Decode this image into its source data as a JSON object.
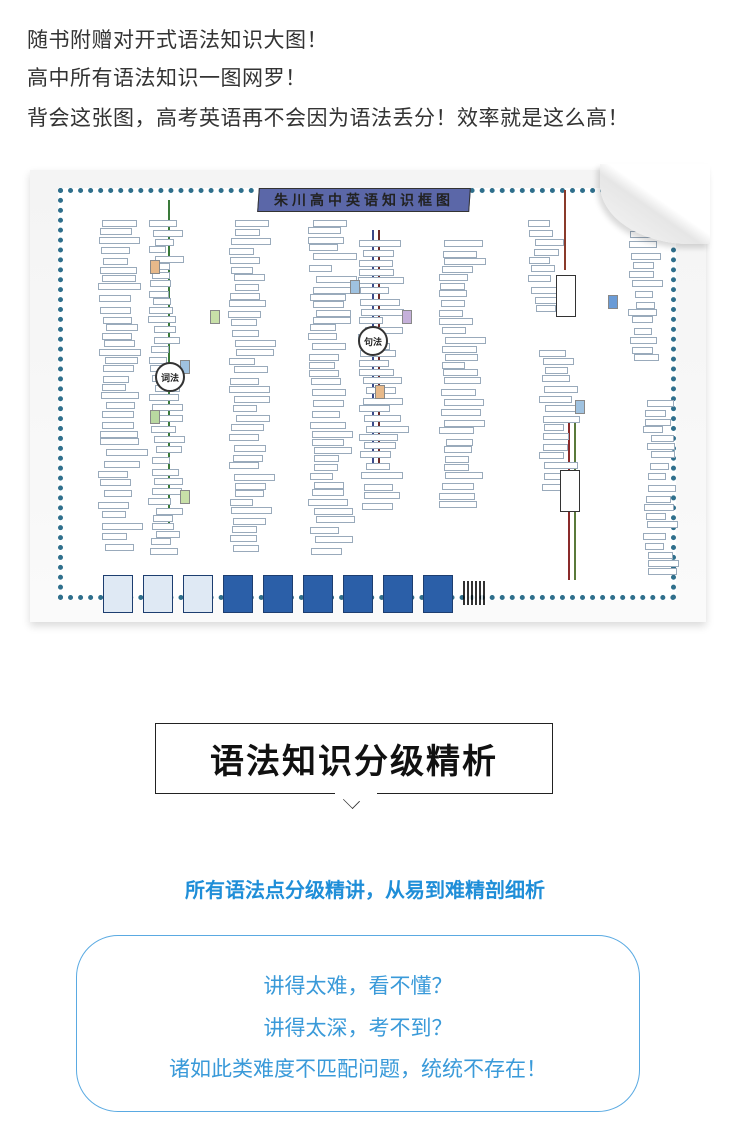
{
  "intro": {
    "lines": [
      "随书附赠对开式语法知识大图！",
      "高中所有语法知识一图网罗！",
      "背会这张图，高考英语再不会因为语法丢分！效率就是这么高！"
    ]
  },
  "poster": {
    "title": "朱川高中英语知识框图",
    "hubs": [
      "词法",
      "句法"
    ]
  },
  "section": {
    "title": "语法知识分级精析",
    "subtitle": "所有语法点分级精讲，从易到难精剖细析"
  },
  "bubble": {
    "lines": [
      "讲得太难，看不懂？",
      "讲得太深，考不到？",
      "诸如此类难度不匹配问题，统统不存在！"
    ]
  },
  "colors": {
    "accent_blue": "#1f8ed8",
    "bubble_border": "#5aaae2",
    "poster_title_bg": "#5b67a8"
  }
}
